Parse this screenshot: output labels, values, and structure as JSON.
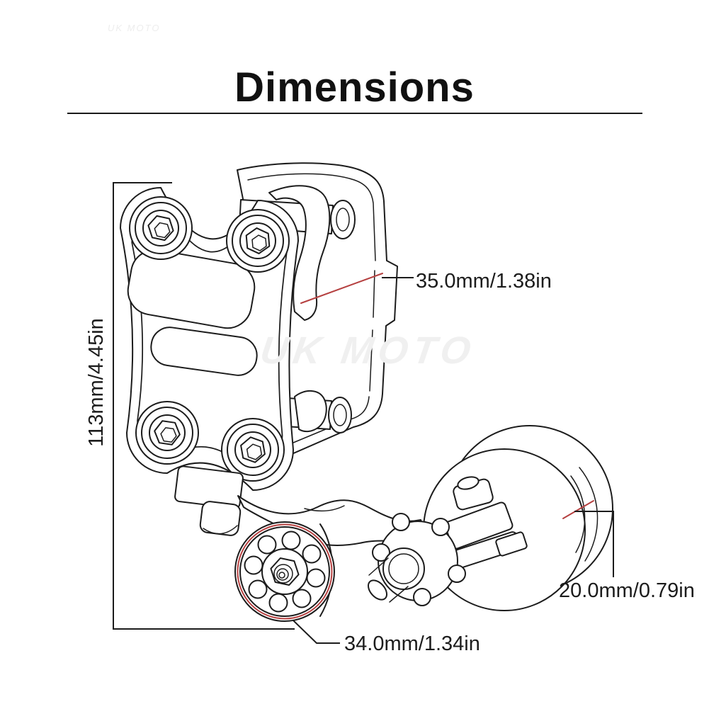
{
  "page": {
    "title": "Dimensions"
  },
  "watermarks": {
    "center": "UK MOTO",
    "corner": "UK MOTO"
  },
  "dimensions": {
    "bracket_height": "113mm/4.45in",
    "bracket_width": "35.0mm/1.38in",
    "drum_roller": "20.0mm/0.79in",
    "chain_roller": "34.0mm/1.34in"
  },
  "colors": {
    "ink": "#1c1c1c",
    "dim-red": "#b54040",
    "text-color": "#1c1c1c",
    "watermark": "#f0f0f0"
  }
}
